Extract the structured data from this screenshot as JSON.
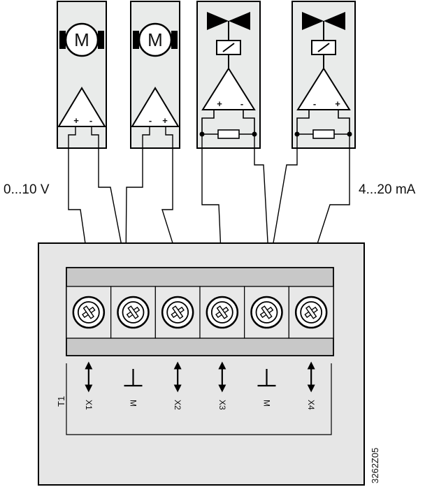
{
  "colors": {
    "device_fill": "#e9ebea",
    "panel_fill": "#e6e6e6",
    "block_fill": "#c8c8c8",
    "cell_fill": "#e8e8e8",
    "line": "#000000"
  },
  "devices": [
    {
      "kind": "motor",
      "symbol": "M",
      "polarity_left": "+",
      "polarity_right": "-",
      "icon": "motor-icon"
    },
    {
      "kind": "motor",
      "symbol": "M",
      "polarity_left": "-",
      "polarity_right": "+",
      "icon": "motor-icon"
    },
    {
      "kind": "valve",
      "polarity_left": "+",
      "polarity_right": "-",
      "icon": "valve-icon"
    },
    {
      "kind": "valve",
      "polarity_left": "-",
      "polarity_right": "+",
      "icon": "valve-icon"
    }
  ],
  "labels": {
    "voltage_range": "0...10 V",
    "current_range": "4...20 mA",
    "terminal_block": "T1",
    "drawing_number": "3262Z05"
  },
  "terminals": [
    {
      "label": "X1",
      "symbol": "bidirectional-arrow-icon"
    },
    {
      "label": "M",
      "symbol": "ground-icon"
    },
    {
      "label": "X2",
      "symbol": "bidirectional-arrow-icon"
    },
    {
      "label": "X3",
      "symbol": "bidirectional-arrow-icon"
    },
    {
      "label": "M",
      "symbol": "ground-icon"
    },
    {
      "label": "X4",
      "symbol": "bidirectional-arrow-icon"
    }
  ]
}
